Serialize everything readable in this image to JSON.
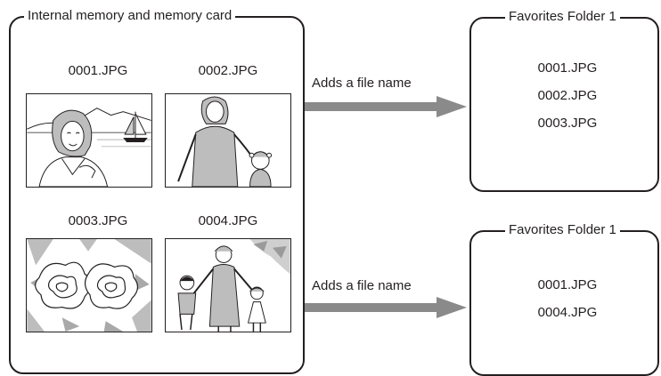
{
  "source": {
    "title": "Internal memory and memory card",
    "images": [
      {
        "filename": "0001.JPG",
        "scene": "woman-by-lake-with-sailboat-icon"
      },
      {
        "filename": "0002.JPG",
        "scene": "woman-and-child-icon"
      },
      {
        "filename": "0003.JPG",
        "scene": "flowers-icon"
      },
      {
        "filename": "0004.JPG",
        "scene": "mother-with-two-children-icon"
      }
    ]
  },
  "arrows": [
    {
      "label": "Adds a file name"
    },
    {
      "label": "Adds a file name"
    }
  ],
  "folders": [
    {
      "title": "Favorites Folder 1",
      "files": [
        "0001.JPG",
        "0002.JPG",
        "0003.JPG"
      ]
    },
    {
      "title": "Favorites Folder 1",
      "files": [
        "0001.JPG",
        "0004.JPG"
      ]
    }
  ],
  "colors": {
    "line": "#231f20",
    "arrow": "#8a8a8a"
  }
}
